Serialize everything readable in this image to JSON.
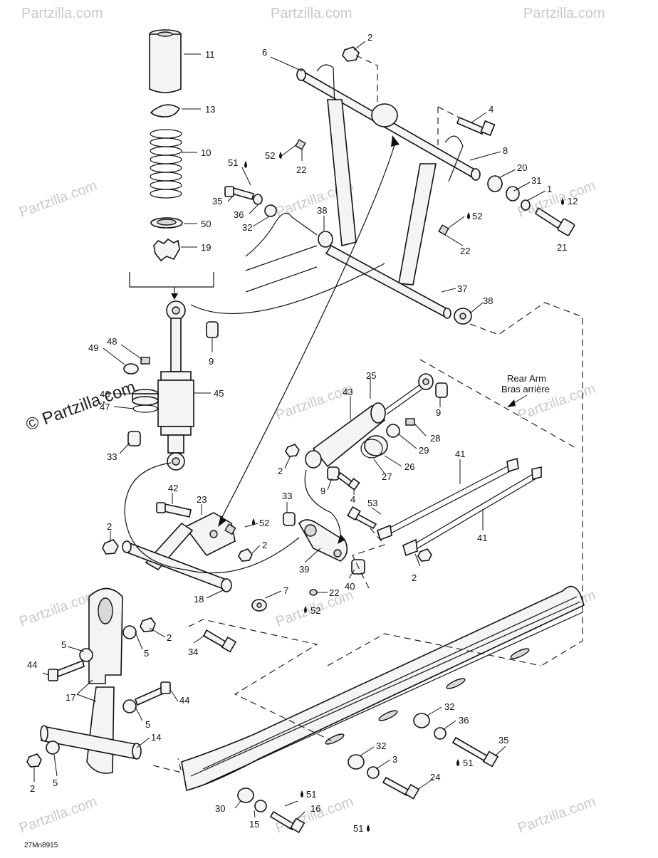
{
  "watermark": {
    "brand": "Partzilla.com",
    "copyright_symbol": "©",
    "prominent": "© Partzilla.com"
  },
  "diagram_code": "27Mn8915",
  "callouts": {
    "rear_arm_en": "Rear Arm",
    "rear_arm_fr": "Bras arrière"
  },
  "part_numbers": {
    "n11": "11",
    "n13": "13",
    "n10": "10",
    "n50": "50",
    "n19": "19",
    "n2a": "2",
    "n6": "6",
    "n4a": "4",
    "n8": "8",
    "n20": "20",
    "n31": "31",
    "n1": "1",
    "n12": "12",
    "n21": "21",
    "n51a": "51",
    "n52a": "52",
    "n22a": "22",
    "n35a": "35",
    "n36a": "36",
    "n32a": "32",
    "n38a": "38",
    "n52b": "52",
    "n22b": "22",
    "n37": "37",
    "n38b": "38",
    "n9a": "9",
    "n48": "48",
    "n49": "49",
    "n46": "46",
    "n47": "47",
    "n45": "45",
    "n33a": "33",
    "n25": "25",
    "n43": "43",
    "n9b": "9",
    "n28": "28",
    "n29": "29",
    "n26": "26",
    "n27": "27",
    "n2b": "2",
    "n9c": "9",
    "n4b": "4",
    "n41a": "41",
    "n41b": "41",
    "n53": "53",
    "n42": "42",
    "n23": "23",
    "n52c": "52",
    "n2c": "2",
    "n2d": "2",
    "n33b": "33",
    "n39": "39",
    "n40": "40",
    "n2e": "2",
    "n7": "7",
    "n18": "18",
    "n22c": "22",
    "n52d": "52",
    "n34": "34",
    "n5a": "5",
    "n5b": "5",
    "n2f": "2",
    "n44a": "44",
    "n44b": "44",
    "n17": "17",
    "n5c": "5",
    "n14": "14",
    "n2g": "2",
    "n5d": "5",
    "n32b": "32",
    "n36b": "36",
    "n35b": "35",
    "n32c": "32",
    "n3": "3",
    "n24": "24",
    "n51b": "51",
    "n30": "30",
    "n51c": "51",
    "n16": "16",
    "n15": "15",
    "n51d": "51"
  }
}
